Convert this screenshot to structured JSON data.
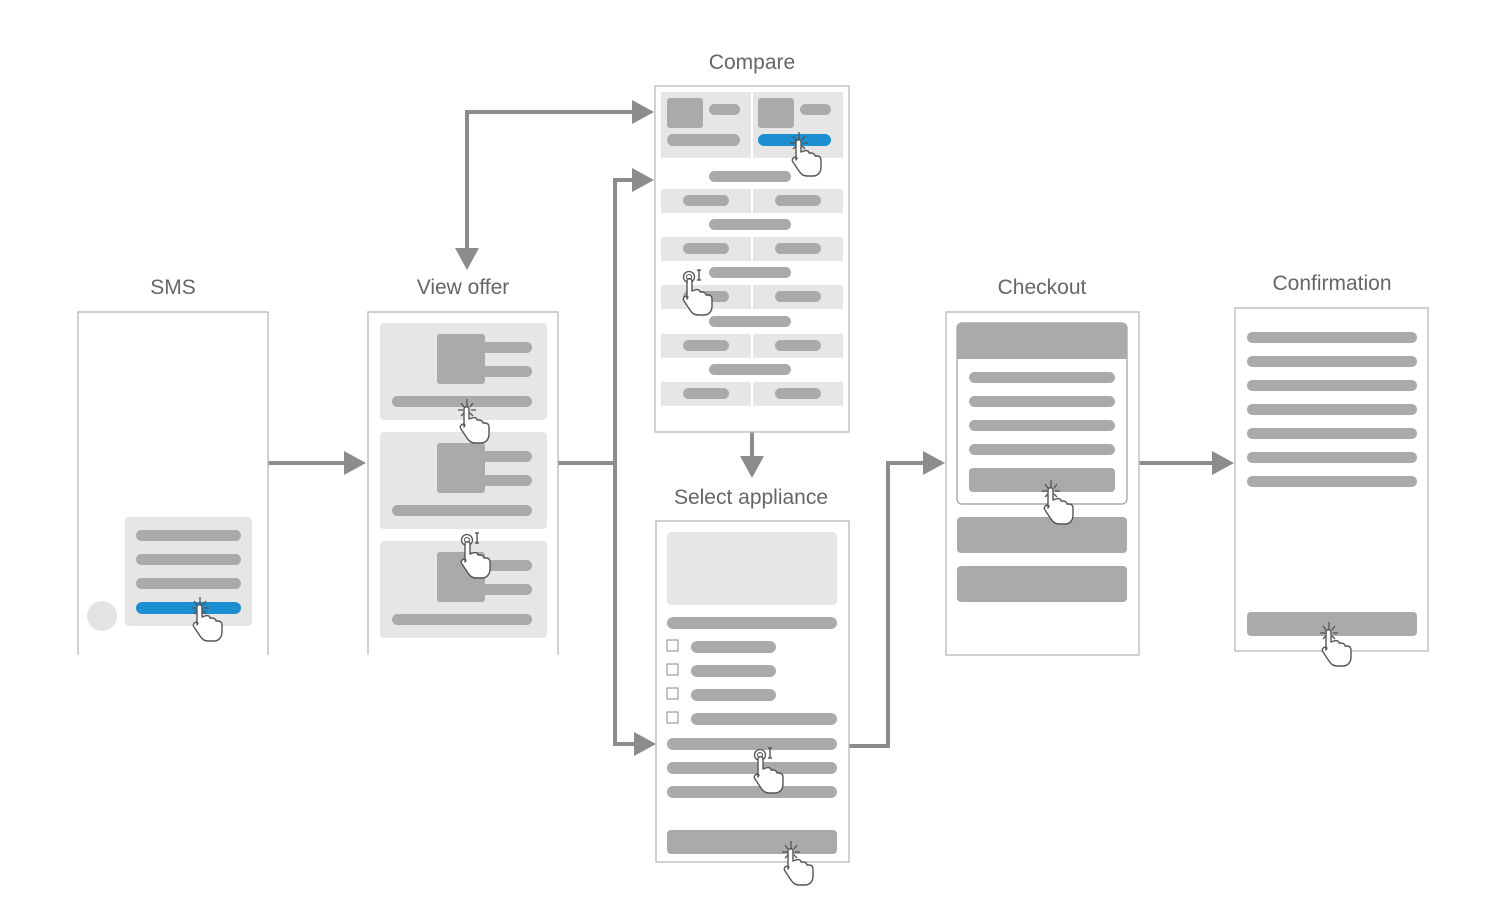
{
  "screens": {
    "sms": {
      "label": "SMS"
    },
    "view_offer": {
      "label": "View offer"
    },
    "compare": {
      "label": "Compare"
    },
    "select_appliance": {
      "label": "Select appliance"
    },
    "checkout": {
      "label": "Checkout"
    },
    "confirmation": {
      "label": "Confirmation"
    }
  },
  "colors": {
    "frame_border": "#bdbdbd",
    "placeholder_bar": "#aaaaaa",
    "panel_fill": "#e6e6e6",
    "accent": "#1b8fd2",
    "connector": "#8c8c8c",
    "label_text": "#666666"
  },
  "icons": [
    "tap-cursor-icon",
    "swipe-cursor-icon",
    "checkbox-icon",
    "arrowhead-icon"
  ],
  "flows": [
    {
      "from": "sms",
      "to": "view_offer"
    },
    {
      "from": "view_offer",
      "to": "compare"
    },
    {
      "from": "compare",
      "to": "view_offer"
    },
    {
      "from": "view_offer",
      "to": "select_appliance"
    },
    {
      "from": "compare",
      "to": "select_appliance"
    },
    {
      "from": "select_appliance",
      "to": "checkout"
    },
    {
      "from": "checkout",
      "to": "confirmation"
    }
  ]
}
